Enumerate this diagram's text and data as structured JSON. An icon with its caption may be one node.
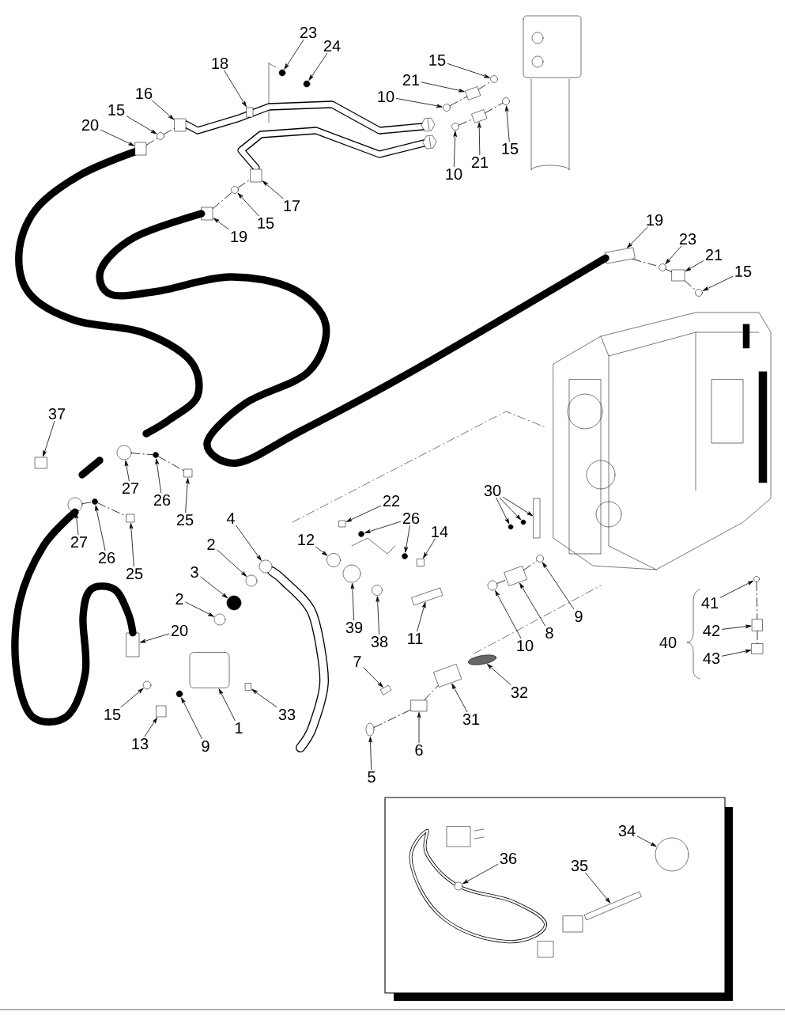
{
  "diagram": {
    "nodes": [
      {
        "text": [
          "23"
        ]
      },
      {
        "text": [
          "24"
        ]
      },
      {
        "text": [
          "18"
        ]
      },
      {
        "text": [
          "15"
        ]
      },
      {
        "text": [
          "21"
        ]
      },
      {
        "text": [
          "16"
        ]
      },
      {
        "text": [
          "10"
        ]
      },
      {
        "text": [
          "15"
        ]
      },
      {
        "text": [
          "20"
        ]
      },
      {
        "text": [
          "15"
        ]
      },
      {
        "text": [
          "21"
        ]
      },
      {
        "text": [
          "10"
        ]
      },
      {
        "text": [
          "17"
        ]
      },
      {
        "text": [
          "15"
        ]
      },
      {
        "text": [
          "19"
        ]
      },
      {
        "text": [
          "19"
        ]
      },
      {
        "text": [
          "23"
        ]
      },
      {
        "text": [
          "21"
        ]
      },
      {
        "text": [
          "15"
        ]
      },
      {
        "text": [
          "37"
        ]
      },
      {
        "text": [
          "27"
        ]
      },
      {
        "text": [
          "30"
        ]
      },
      {
        "text": [
          "22"
        ]
      },
      {
        "text": [
          "26"
        ]
      },
      {
        "text": [
          "26"
        ]
      },
      {
        "text": [
          "4"
        ]
      },
      {
        "text": [
          "25"
        ]
      },
      {
        "text": [
          "14"
        ]
      },
      {
        "text": [
          "12"
        ]
      },
      {
        "text": [
          "27"
        ]
      },
      {
        "text": [
          "2"
        ]
      },
      {
        "text": [
          "26"
        ]
      },
      {
        "text": [
          "3"
        ]
      },
      {
        "text": [
          "25"
        ]
      },
      {
        "text": [
          "2"
        ]
      },
      {
        "text": [
          "41"
        ]
      },
      {
        "text": [
          "39"
        ]
      },
      {
        "text": [
          "20"
        ]
      },
      {
        "text": [
          "42"
        ]
      },
      {
        "text": [
          "8"
        ]
      },
      {
        "text": [
          "11"
        ]
      },
      {
        "text": [
          "38"
        ]
      },
      {
        "text": [
          "10"
        ]
      },
      {
        "text": [
          "43"
        ]
      },
      {
        "text": [
          "7"
        ]
      },
      {
        "text": [
          "9"
        ]
      },
      {
        "text": [
          "32"
        ]
      },
      {
        "text": [
          "15"
        ]
      },
      {
        "text": [
          "33"
        ]
      },
      {
        "text": [
          "31"
        ]
      },
      {
        "text": [
          "1"
        ]
      },
      {
        "text": [
          "13"
        ]
      },
      {
        "text": [
          "9"
        ]
      },
      {
        "text": [
          "6"
        ]
      },
      {
        "text": [
          "5"
        ]
      },
      {
        "text": [
          "34"
        ]
      },
      {
        "text": [
          "36"
        ]
      },
      {
        "text": [
          "35"
        ]
      },
      {
        "text": [],
        "shape": "circle"
      },
      {
        "text": [],
        "shape": "circle"
      },
      {
        "text": [],
        "shape": "box"
      },
      {
        "text": [],
        "shape": "circle"
      },
      {
        "text": [],
        "shape": "box"
      },
      {
        "text": [],
        "shape": "box"
      },
      {
        "text": [],
        "shape": "circle"
      },
      {
        "text": [],
        "shape": "circle"
      },
      {
        "text": [],
        "shape": "box"
      },
      {
        "text": [],
        "shape": "circle"
      },
      {
        "text": [],
        "shape": "box"
      },
      {
        "text": [],
        "shape": "circle"
      },
      {
        "text": [],
        "shape": "box"
      },
      {
        "text": [],
        "shape": "circle"
      },
      {
        "text": [],
        "shape": "box"
      },
      {
        "text": [],
        "shape": "box"
      },
      {
        "text": [],
        "shape": "circle"
      },
      {
        "text": [],
        "shape": "box"
      },
      {
        "text": [],
        "shape": "circle"
      },
      {
        "text": [],
        "shape": "box"
      },
      {
        "text": [],
        "shape": "circle"
      },
      {
        "text": [],
        "shape": "box"
      },
      {
        "text": [],
        "shape": "circle"
      },
      {
        "text": [],
        "shape": "circle"
      },
      {
        "text": [],
        "shape": "box"
      },
      {
        "text": [],
        "shape": "circle"
      },
      {
        "text": [],
        "shape": "circle"
      },
      {
        "text": [],
        "shape": "circle"
      },
      {
        "text": [],
        "shape": "circle"
      },
      {
        "text": [],
        "shape": "box"
      },
      {
        "text": [],
        "shape": "box"
      },
      {
        "text": [],
        "shape": "circle"
      },
      {
        "text": [],
        "shape": "circle"
      },
      {
        "text": [],
        "shape": "circle"
      },
      {
        "text": [],
        "shape": "circle"
      },
      {
        "text": [],
        "shape": "circle"
      },
      {
        "text": [],
        "shape": "box"
      },
      {
        "text": [],
        "shape": "circle"
      },
      {
        "text": [],
        "shape": "circle"
      },
      {
        "text": [],
        "shape": "circle"
      },
      {
        "text": [],
        "shape": "box"
      },
      {
        "text": [],
        "shape": "box"
      },
      {
        "text": [],
        "shape": "box"
      },
      {
        "text": [],
        "shape": "box"
      },
      {
        "text": [],
        "shape": "circle"
      },
      {
        "text": [],
        "shape": "circle"
      },
      {
        "text": [],
        "shape": "box"
      },
      {
        "text": [],
        "shape": "box"
      },
      {
        "text": [],
        "shape": "circle"
      },
      {
        "text": [],
        "shape": "ellipse"
      },
      {
        "text": [],
        "shape": "circle"
      },
      {
        "text": [],
        "shape": "box"
      },
      {
        "text": [],
        "shape": "box"
      },
      {
        "text": [],
        "shape": "box"
      },
      {
        "text": [],
        "shape": "box"
      },
      {
        "text": [],
        "shape": "circle"
      },
      {
        "text": [],
        "shape": "box"
      },
      {
        "text": [],
        "shape": "ellipse"
      },
      {
        "text": [],
        "shape": "circle"
      },
      {
        "text": [],
        "shape": "circle"
      },
      {
        "text": [],
        "shape": "box"
      }
    ],
    "edges": [
      {
        "from": 0,
        "to": 58,
        "arrow": "to"
      },
      {
        "from": 1,
        "to": 59,
        "arrow": "to"
      },
      {
        "from": 2,
        "to": 60,
        "arrow": "to"
      },
      {
        "from": 3,
        "to": 61,
        "arrow": "to"
      },
      {
        "from": 4,
        "to": 62,
        "arrow": "to"
      },
      {
        "from": 5,
        "to": 63,
        "arrow": "to"
      },
      {
        "from": 6,
        "to": 64,
        "arrow": "to"
      },
      {
        "from": 7,
        "to": 65,
        "arrow": "to"
      },
      {
        "from": 8,
        "to": 66,
        "arrow": "to"
      },
      {
        "from": 9,
        "to": 67,
        "arrow": "to"
      },
      {
        "from": 10,
        "to": 68,
        "arrow": "to"
      },
      {
        "from": 11,
        "to": 69,
        "arrow": "to"
      },
      {
        "from": 12,
        "to": 70,
        "arrow": "to"
      },
      {
        "from": 13,
        "to": 71,
        "arrow": "to"
      },
      {
        "from": 14,
        "to": 72,
        "arrow": "to"
      },
      {
        "from": 15,
        "to": 73,
        "arrow": "to"
      },
      {
        "from": 16,
        "to": 74,
        "arrow": "to"
      },
      {
        "from": 17,
        "to": 75,
        "arrow": "to"
      },
      {
        "from": 18,
        "to": 76,
        "arrow": "to"
      },
      {
        "from": 19,
        "to": 77,
        "arrow": "to"
      },
      {
        "from": 20,
        "to": 78,
        "arrow": "to"
      },
      {
        "from": 21,
        "to": 79,
        "arrow": "to"
      },
      {
        "from": 21,
        "to": 80,
        "arrow": "to"
      },
      {
        "from": 21,
        "to": 81,
        "arrow": "to"
      },
      {
        "from": 22,
        "to": 82,
        "arrow": "to"
      },
      {
        "from": 23,
        "to": 83,
        "arrow": "to"
      },
      {
        "from": 24,
        "to": 84,
        "arrow": "to"
      },
      {
        "from": 24,
        "to": 85,
        "arrow": "to"
      },
      {
        "from": 25,
        "to": 86,
        "arrow": "to"
      },
      {
        "from": 26,
        "to": 87,
        "arrow": "to"
      },
      {
        "from": 27,
        "to": 88,
        "arrow": "to"
      },
      {
        "from": 28,
        "to": 89,
        "arrow": "to"
      },
      {
        "from": 29,
        "to": 90,
        "arrow": "to"
      },
      {
        "from": 30,
        "to": 91,
        "arrow": "to"
      },
      {
        "from": 31,
        "to": 92,
        "arrow": "to"
      },
      {
        "from": 32,
        "to": 93,
        "arrow": "to"
      },
      {
        "from": 33,
        "to": 94,
        "arrow": "to"
      },
      {
        "from": 34,
        "to": 95,
        "arrow": "to"
      },
      {
        "from": 35,
        "to": 96,
        "arrow": "to"
      },
      {
        "from": 36,
        "to": 97,
        "arrow": "to"
      },
      {
        "from": 37,
        "to": 98,
        "arrow": "to"
      },
      {
        "from": 38,
        "to": 99,
        "arrow": "to"
      },
      {
        "from": 39,
        "to": 100,
        "arrow": "to"
      },
      {
        "from": 40,
        "to": 101,
        "arrow": "to"
      },
      {
        "from": 41,
        "to": 102,
        "arrow": "to"
      },
      {
        "from": 42,
        "to": 103,
        "arrow": "to"
      },
      {
        "from": 43,
        "to": 104,
        "arrow": "to"
      },
      {
        "from": 44,
        "to": 105,
        "arrow": "to"
      },
      {
        "from": 45,
        "to": 106,
        "arrow": "to"
      },
      {
        "from": 46,
        "to": 107,
        "arrow": "to"
      },
      {
        "from": 47,
        "to": 108,
        "arrow": "to"
      },
      {
        "from": 48,
        "to": 109,
        "arrow": "to"
      },
      {
        "from": 49,
        "to": 110,
        "arrow": "to"
      },
      {
        "from": 50,
        "to": 111,
        "arrow": "to"
      },
      {
        "from": 51,
        "to": 112,
        "arrow": "to"
      },
      {
        "from": 52,
        "to": 113,
        "arrow": "to"
      },
      {
        "from": 53,
        "to": 114,
        "arrow": "to"
      },
      {
        "from": 54,
        "to": 115,
        "arrow": "to"
      },
      {
        "from": 55,
        "to": 116,
        "arrow": "to"
      },
      {
        "from": 56,
        "to": 117,
        "arrow": "to"
      },
      {
        "from": 57,
        "to": 118,
        "arrow": "to"
      },
      {
        "from": 66,
        "to": 65,
        "arrow": "none",
        "style": "dashed"
      },
      {
        "from": 65,
        "to": 63,
        "arrow": "none",
        "style": "dashed"
      },
      {
        "from": 72,
        "to": 71,
        "arrow": "none",
        "style": "dashed"
      },
      {
        "from": 71,
        "to": 70,
        "arrow": "none",
        "style": "dashed"
      },
      {
        "from": 64,
        "to": 62,
        "arrow": "none",
        "style": "dashed"
      },
      {
        "from": 62,
        "to": 61,
        "arrow": "none",
        "style": "dashed"
      },
      {
        "from": 69,
        "to": 68,
        "arrow": "none",
        "style": "dashed"
      },
      {
        "from": 68,
        "to": 67,
        "arrow": "none",
        "style": "dashed"
      },
      {
        "from": 73,
        "to": 74,
        "arrow": "none",
        "style": "dashed"
      },
      {
        "from": 74,
        "to": 75,
        "arrow": "none",
        "style": "dashed"
      },
      {
        "from": 75,
        "to": 76,
        "arrow": "none",
        "style": "dashed"
      },
      {
        "from": 78,
        "to": 83,
        "arrow": "none",
        "style": "dashed"
      },
      {
        "from": 83,
        "to": 87,
        "arrow": "none",
        "style": "dashed"
      },
      {
        "from": 90,
        "to": 92,
        "arrow": "none",
        "style": "dashed"
      },
      {
        "from": 92,
        "to": 94,
        "arrow": "none",
        "style": "dashed"
      },
      {
        "from": 96,
        "to": 99,
        "arrow": "none",
        "style": "dashed"
      },
      {
        "from": 99,
        "to": 104,
        "arrow": "none",
        "style": "dashed"
      },
      {
        "from": 103,
        "to": 100,
        "arrow": "none",
        "style": "dashed"
      },
      {
        "from": 100,
        "to": 106,
        "arrow": "none",
        "style": "dashed"
      },
      {
        "from": 115,
        "to": 114,
        "arrow": "none",
        "style": "dashed"
      },
      {
        "from": 114,
        "to": 110,
        "arrow": "none",
        "style": "dashed"
      },
      {
        "from": 72,
        "to": 73,
        "arrow": "none",
        "style": "thick"
      },
      {
        "from": 90,
        "to": 98,
        "arrow": "none",
        "style": "thick"
      }
    ],
    "labels": [
      "40"
    ]
  }
}
